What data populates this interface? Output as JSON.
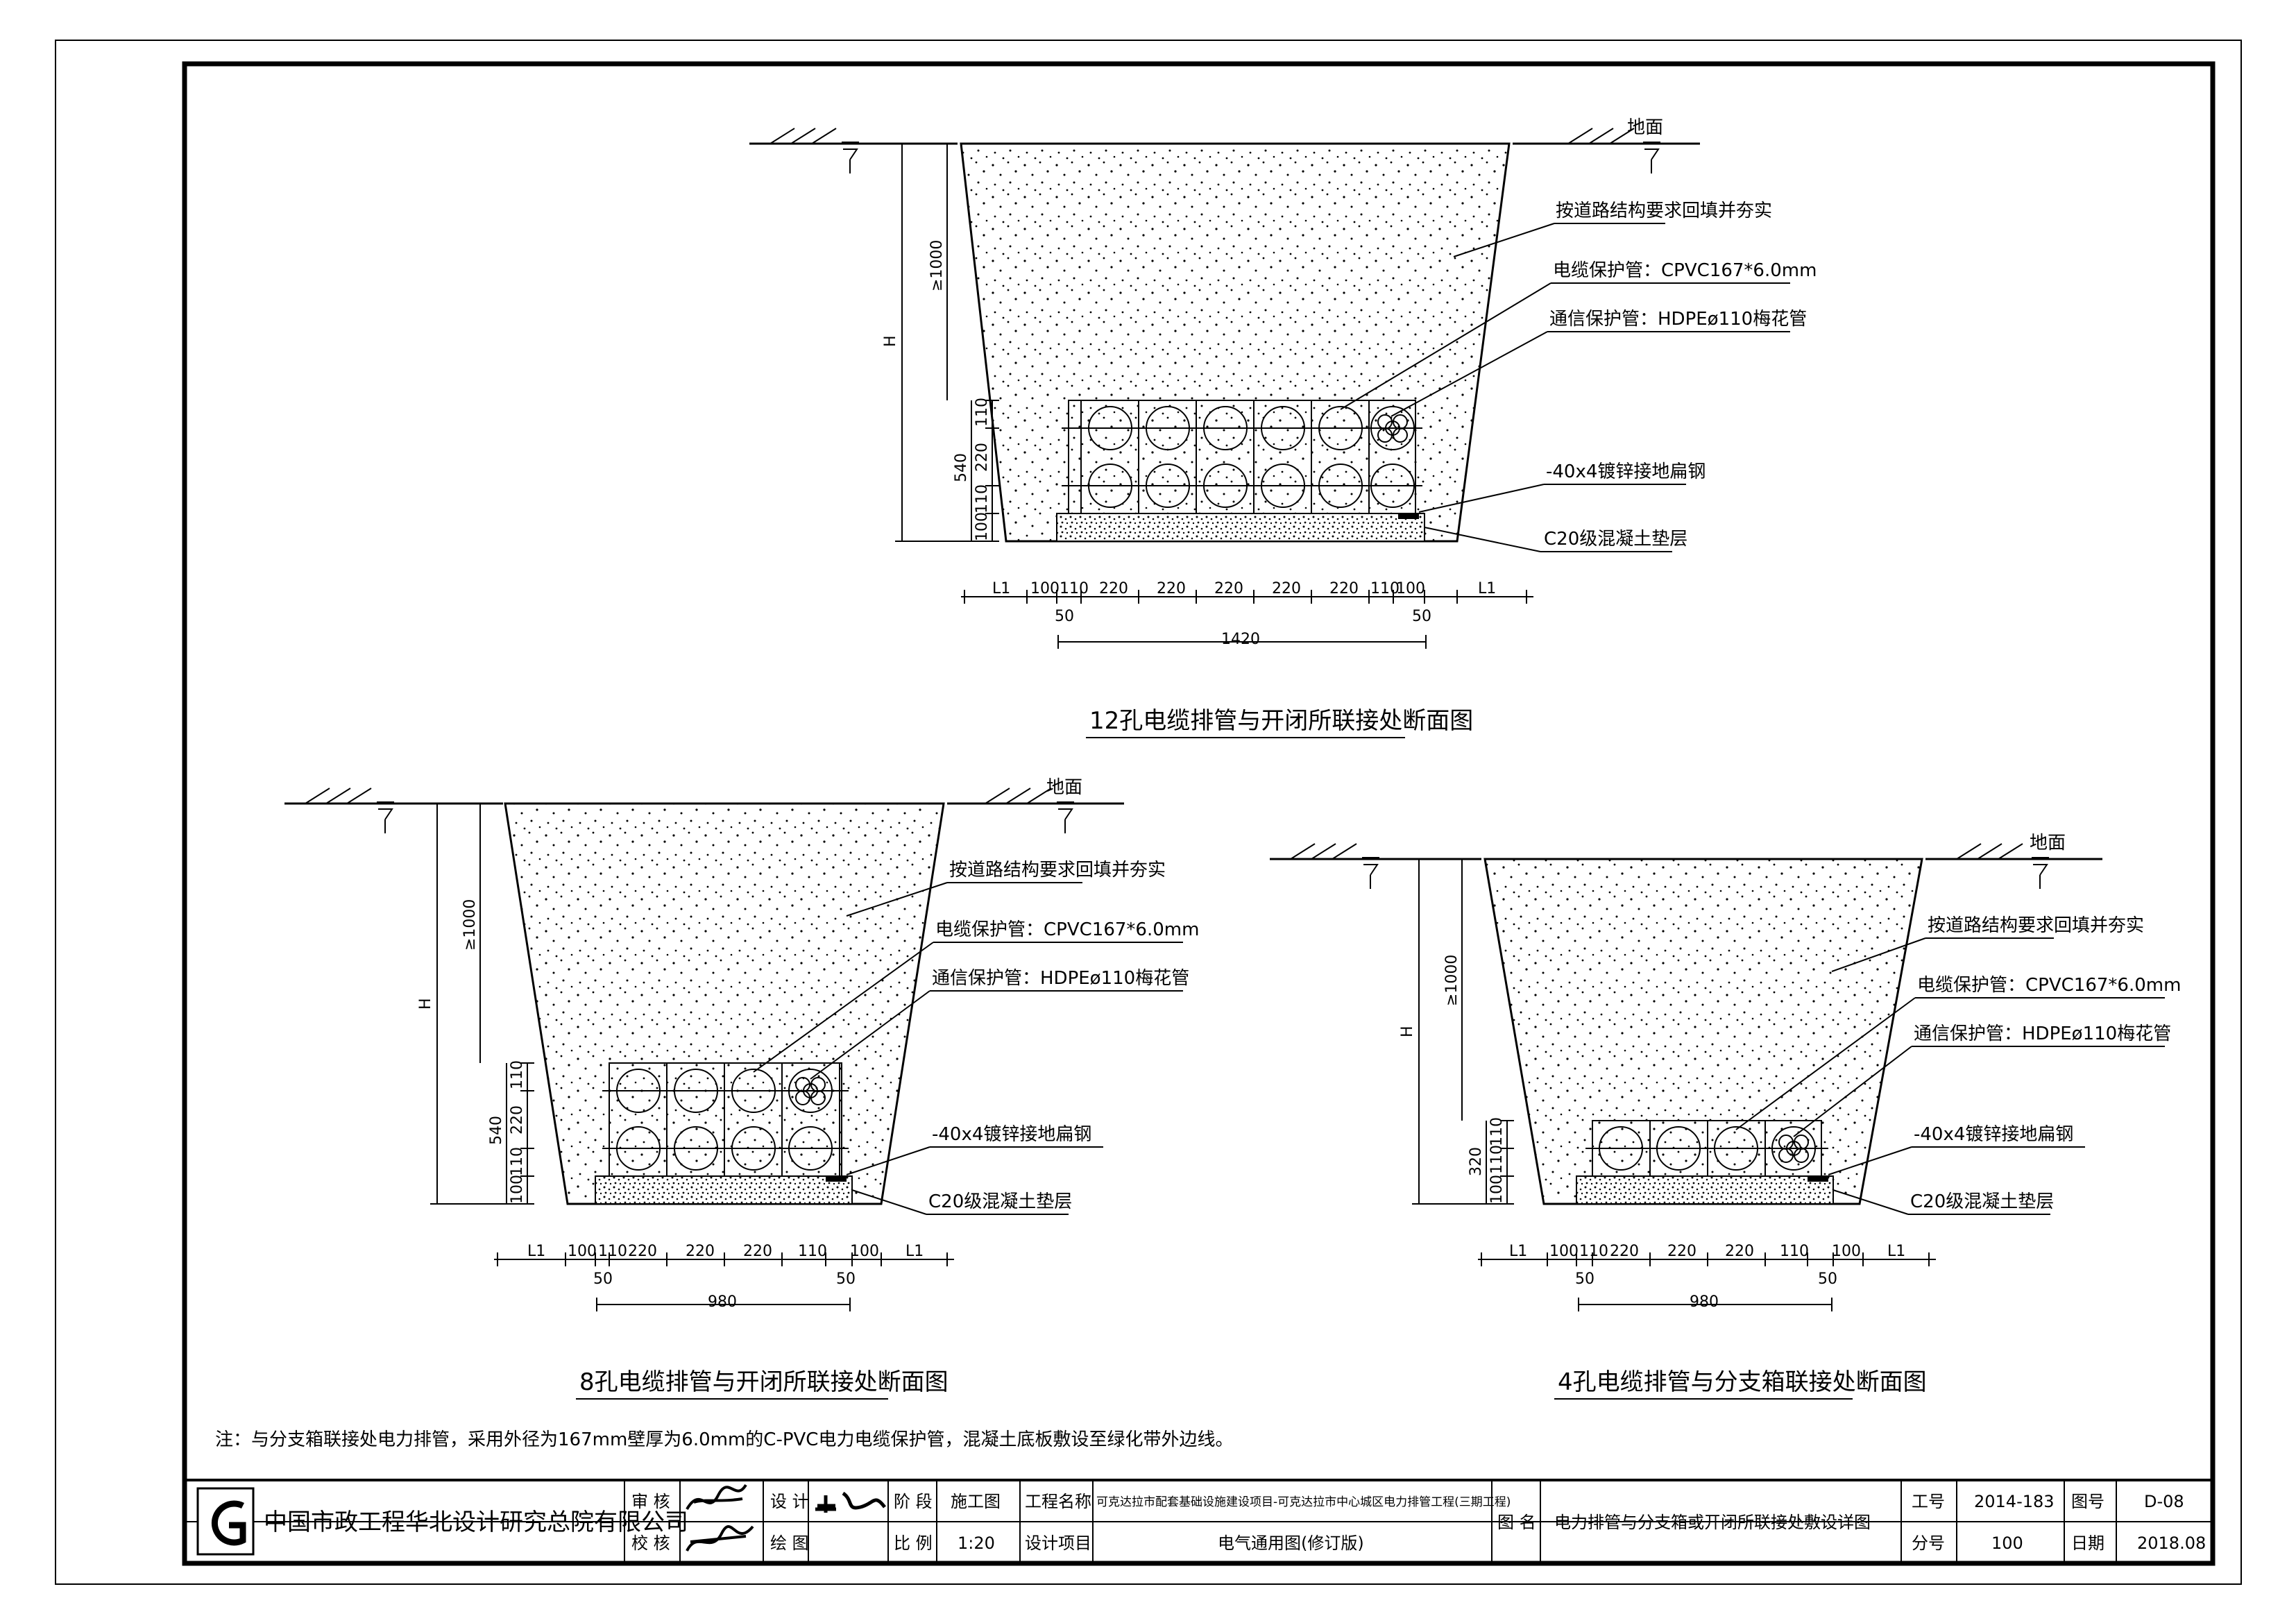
{
  "sections": [
    {
      "id": "s12",
      "title": "12孔电缆排管与开闭所联接处断面图",
      "ground_label": "地面",
      "backfill_note": "按道路结构要求回填并夯实",
      "power_pipe_label": "电缆保护管：CPVC167*6.0mm",
      "comm_pipe_label": "通信保护管：HDPEø110梅花管",
      "flat_steel_label": "-40x4镀锌接地扁钢",
      "cushion_label": "C20级混凝土垫层",
      "vdims": [
        "H",
        "≥1000",
        "540",
        "110",
        "220",
        "110",
        "100"
      ],
      "hdims": [
        "L1",
        "100",
        "110",
        "220",
        "220",
        "220",
        "220",
        "220",
        "110",
        "100",
        "L1"
      ],
      "sub_left": "50",
      "sub_right": "50",
      "total": "1420"
    },
    {
      "id": "s8",
      "title": "8孔电缆排管与开闭所联接处断面图",
      "ground_label": "地面",
      "backfill_note": "按道路结构要求回填并夯实",
      "power_pipe_label": "电缆保护管：CPVC167*6.0mm",
      "comm_pipe_label": "通信保护管：HDPEø110梅花管",
      "flat_steel_label": "-40x4镀锌接地扁钢",
      "cushion_label": "C20级混凝土垫层",
      "vdims": [
        "H",
        "≥1000",
        "540",
        "110",
        "220",
        "110",
        "100"
      ],
      "hdims": [
        "L1",
        "100",
        "110",
        "220",
        "220",
        "220",
        "110",
        "100",
        "L1"
      ],
      "sub_left": "50",
      "sub_right": "50",
      "total": "980"
    },
    {
      "id": "s4",
      "title": "4孔电缆排管与分支箱联接处断面图",
      "ground_label": "地面",
      "backfill_note": "按道路结构要求回填并夯实",
      "power_pipe_label": "电缆保护管：CPVC167*6.0mm",
      "comm_pipe_label": "通信保护管：HDPEø110梅花管",
      "flat_steel_label": "-40x4镀锌接地扁钢",
      "cushion_label": "C20级混凝土垫层",
      "vdims": [
        "H",
        "≥1000",
        "320",
        "110",
        "110",
        "100"
      ],
      "hdims": [
        "L1",
        "100",
        "110",
        "220",
        "220",
        "220",
        "110",
        "100",
        "L1"
      ],
      "sub_left": "50",
      "sub_right": "50",
      "total": "980"
    }
  ],
  "note": "注：与分支箱联接处电力排管，采用外径为167mm壁厚为6.0mm的C-PVC电力电缆保护管，混凝土底板敷设至绿化带外边线。",
  "title_block": {
    "company": "中国市政工程华北设计研究总院有限公司",
    "review_label": "审 核",
    "check_label": "校 核",
    "design_label": "设 计",
    "draw_label": "绘 图",
    "stage_label": "阶 段",
    "stage_value": "施工图",
    "scale_label": "比 例",
    "scale_value": "1:20",
    "project_name_label": "工程名称",
    "project_name_value": "可克达拉市配套基础设施建设项目-可克达拉市中心城区电力排管工程(三期工程)",
    "design_item_label": "设计项目",
    "design_item_value": "电气通用图(修订版)",
    "drawing_name_label": "图 名",
    "drawing_name_value": "电力排管与分支箱或开闭所联接处敷设详图",
    "job_no_label": "工号",
    "job_no_value": "2014-183",
    "sub_no_label": "分号",
    "sub_no_value": "100",
    "drawing_no_label": "图号",
    "drawing_no_value": "D-08",
    "date_label": "日期",
    "date_value": "2018.08"
  }
}
